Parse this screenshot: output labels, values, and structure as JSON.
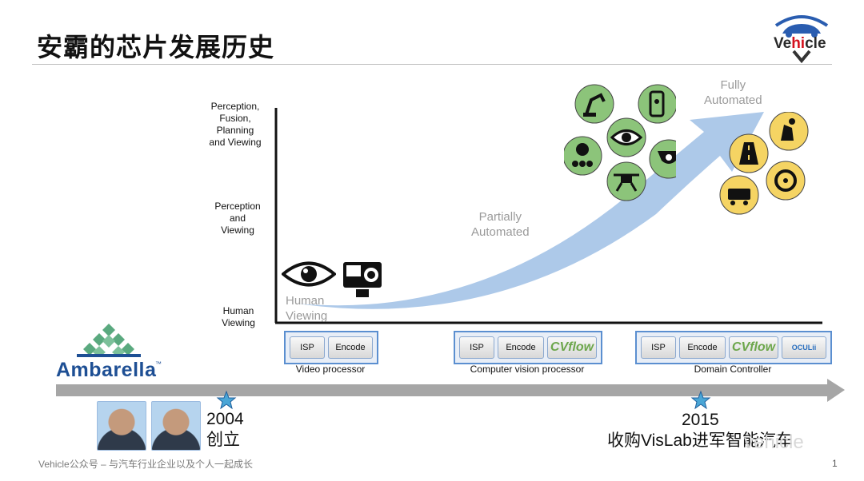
{
  "title": "安霸的芯片发展历史",
  "logo": {
    "brand_prefix": "Ve",
    "brand_highlight": "hi",
    "brand_suffix": "cle"
  },
  "y_axis": {
    "top": "Perception,\nFusion,\nPlanning\nand Viewing",
    "middle": "Perception\nand\nViewing",
    "bottom": "Human\nViewing"
  },
  "stages": {
    "human": "Human\nViewing",
    "partial": "Partially\nAutomated",
    "full": "Fully\nAutomated"
  },
  "processors": [
    {
      "label": "Video processor",
      "chips": [
        "ISP",
        "Encode"
      ]
    },
    {
      "label": "Computer vision processor",
      "chips": [
        "ISP",
        "Encode",
        "CVflow"
      ]
    },
    {
      "label": "Domain Controller",
      "chips": [
        "ISP",
        "Encode",
        "CVflow",
        "OCULii"
      ]
    }
  ],
  "company": {
    "name": "Ambarella",
    "tm": "™"
  },
  "milestones": [
    {
      "year": "2004",
      "event": "创立"
    },
    {
      "year": "2015",
      "event": "收购VisLab进军智能汽车"
    }
  ],
  "footer": "Vehicle公众号 – 与汽车行业企业以及个人一起成长",
  "page_number": "1",
  "watermark": "vehicle",
  "colors": {
    "timeline": "#a6a6a6",
    "arrow": "#a9c6e8",
    "icon_green": "#8cc47a",
    "icon_yellow": "#f5d463",
    "star": "#3a86c8",
    "box_border": "#5b8fd0"
  },
  "icons": {
    "left": [
      "eye-icon",
      "action-camera-icon"
    ],
    "partial": [
      "robot-arm-icon",
      "door-lock-icon",
      "eye-camera-icon",
      "face-recognition-icon",
      "security-camera-icon",
      "drone-icon"
    ],
    "full": [
      "highway-icon",
      "driver-seat-icon",
      "steering-wheel-icon",
      "delivery-robot-icon"
    ]
  }
}
